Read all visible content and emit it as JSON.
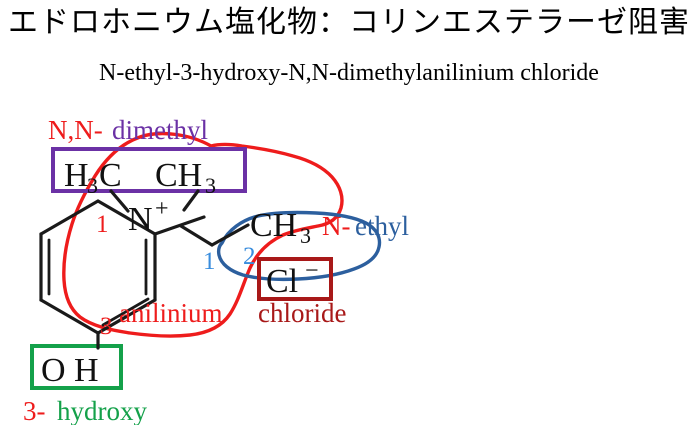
{
  "title": "エドロホニウム塩化物：コリンエステラーゼ阻害",
  "subtitle": "N-ethyl-3-hydroxy-N,N-dimethylanilinium chloride",
  "colors": {
    "red": "#ee1c1c",
    "dark_red": "#a81818",
    "purple": "#6b31a5",
    "blue": "#2c5f9e",
    "light_blue": "#3a8ddd",
    "green": "#14a14a",
    "black": "#111111"
  },
  "structure": {
    "methyl_left": {
      "main": "H",
      "sub": "3",
      "tail": "C"
    },
    "methyl_right": {
      "main": "CH",
      "sub": "3"
    },
    "nitrogen": {
      "main": "N",
      "sup": "+"
    },
    "ethyl_terminal": {
      "main": "CH",
      "sub": "3"
    },
    "chloride": {
      "main": "Cl",
      "sup": "−"
    },
    "hydroxyl": {
      "main": "O H"
    },
    "ring_number_1": "1",
    "ring_number_3": "3",
    "ethyl_number_1": "1",
    "ethyl_number_2": "2"
  },
  "annotations": {
    "dimethyl": {
      "prefix": "N,N-",
      "body": "dimethyl"
    },
    "ethyl": {
      "prefix": "N-",
      "body": "ethyl"
    },
    "anilinium": {
      "body": "anilinium"
    },
    "chloride": {
      "body": "chloride"
    },
    "hydroxy": {
      "prefix": "3-",
      "body": "hydroxy"
    }
  }
}
